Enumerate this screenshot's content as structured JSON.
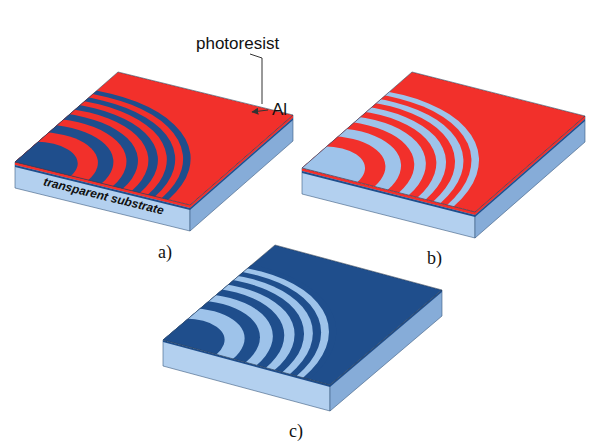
{
  "diagram": {
    "labels": [
      "photoresist",
      "Al",
      "transparent substrate",
      "a)",
      "b)",
      "c)"
    ]
  }
}
